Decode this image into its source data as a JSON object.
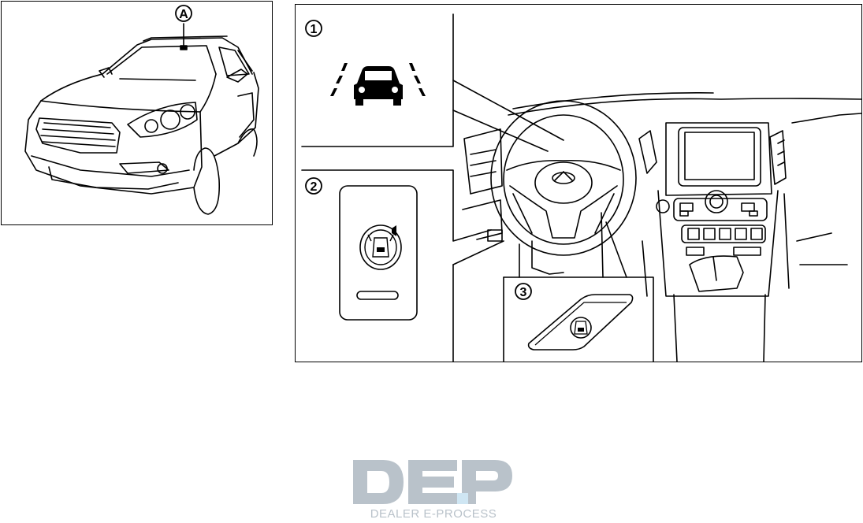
{
  "car_view": {
    "callout": "A"
  },
  "controls_view": {
    "callouts": [
      "1",
      "2",
      "3"
    ]
  },
  "icons": {
    "lane_indicator": "lane-departure-car-icon",
    "switch_icon": "lane-departure-switch-icon",
    "brand_emblem": "infiniti-emblem-icon"
  },
  "watermark": {
    "text": "DEALER E-PROCESS",
    "logo_letters": "DEP",
    "color": "#b9c2ca"
  }
}
